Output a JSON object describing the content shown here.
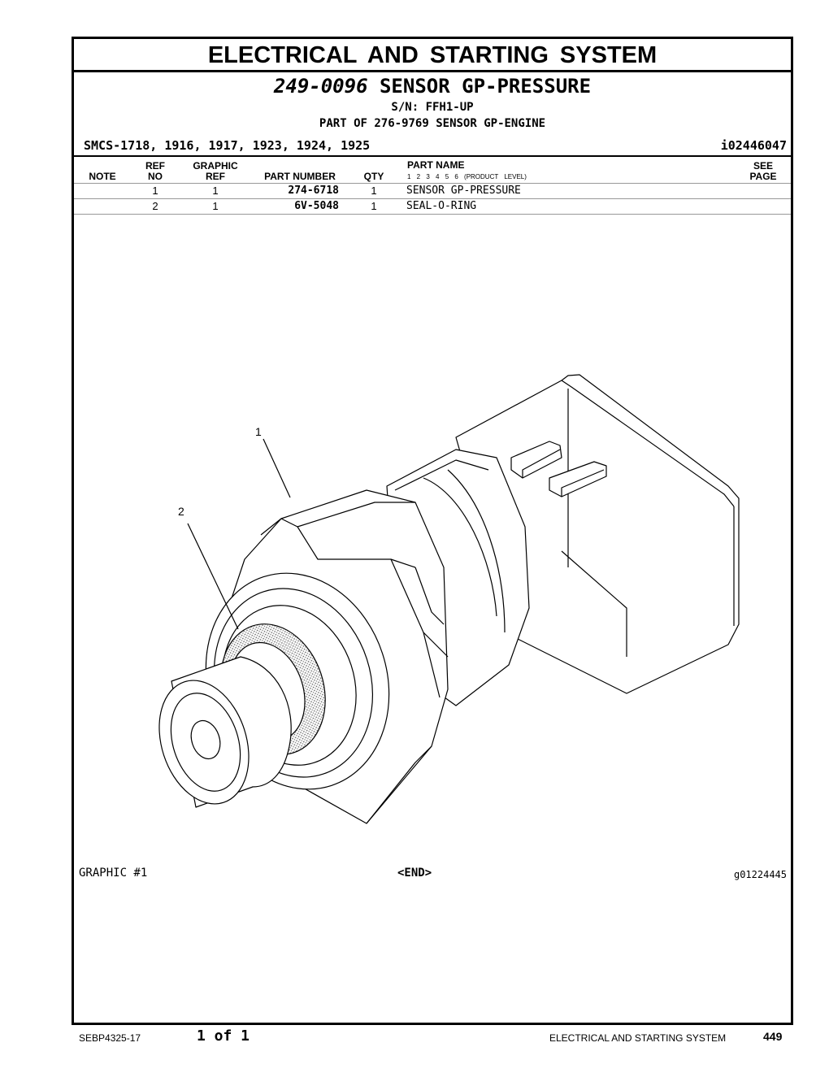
{
  "header": {
    "section_title": "ELECTRICAL AND STARTING SYSTEM",
    "group_part_number": "249-0096",
    "group_name": "SENSOR GP-PRESSURE",
    "serial": "S/N: FFH1-UP",
    "part_of": "PART OF 276-9769 SENSOR GP-ENGINE",
    "smcs": "SMCS-1718, 1916, 1917, 1923, 1924, 1925",
    "doc_id": "i02446047"
  },
  "table": {
    "headers": {
      "note": "NOTE",
      "ref_top": "REF",
      "ref_bottom": "NO",
      "graphic_top": "GRAPHIC",
      "graphic_bottom": "REF",
      "part_number": "PART NUMBER",
      "qty": "QTY",
      "part_name": "PART NAME",
      "levels": "1 2 3 4 5 6 (PRODUCT LEVEL)",
      "see_top": "SEE",
      "see_bottom": "PAGE"
    },
    "rows": [
      {
        "ref_no": "1",
        "graphic_ref": "1",
        "part_number": "274-6718",
        "qty": "1",
        "part_name": "SENSOR GP-PRESSURE"
      },
      {
        "ref_no": "2",
        "graphic_ref": "1",
        "part_number": "6V-5048",
        "qty": "1",
        "part_name": "SEAL-O-RING"
      }
    ]
  },
  "graphic": {
    "callouts": [
      "1",
      "2"
    ],
    "label": "GRAPHIC #1",
    "end_marker": "<END>",
    "graphic_id": "g01224445"
  },
  "footer": {
    "doc_number": "SEBP4325-17",
    "page_of": "1 of 1",
    "section": "ELECTRICAL AND STARTING SYSTEM",
    "page_number": "449"
  }
}
